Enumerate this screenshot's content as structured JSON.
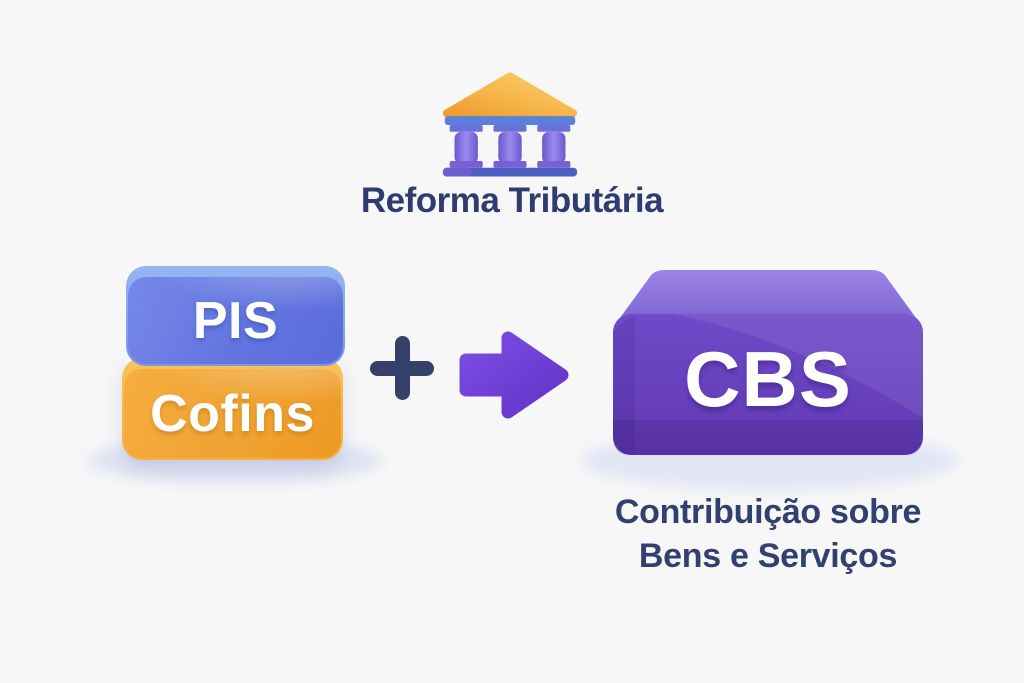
{
  "background": "#f7f7f8",
  "title": {
    "text": "Reforma Tributária",
    "color": "#2e3c70"
  },
  "header_icon": {
    "name": "bank-icon",
    "roof_color": "#f6b84e",
    "entablature_color": "#5b80da",
    "column_color": "#8a76e0",
    "base_color": "#4a5ec2"
  },
  "old_taxes": [
    {
      "label": "PIS",
      "color": "#6275e0",
      "bevel_color": "#8aabf0",
      "text_color": "#ffffff"
    },
    {
      "label": "Cofins",
      "color": "#f0a231",
      "bevel_color": "#f8bf55",
      "text_color": "#ffffff"
    }
  ],
  "operator": {
    "symbol": "+",
    "icon": "plus-icon",
    "color": "#35416b"
  },
  "arrow": {
    "icon": "arrow-right-icon",
    "color": "#6d3fd6",
    "direction": "right"
  },
  "new_tax": {
    "label": "CBS",
    "front_color": "#6a44be",
    "top_color": "#8a71da",
    "text_color": "#ffffff",
    "description": {
      "line1": "Contribuição sobre",
      "line2": "Bens e Serviços"
    },
    "description_color": "#32406f"
  }
}
